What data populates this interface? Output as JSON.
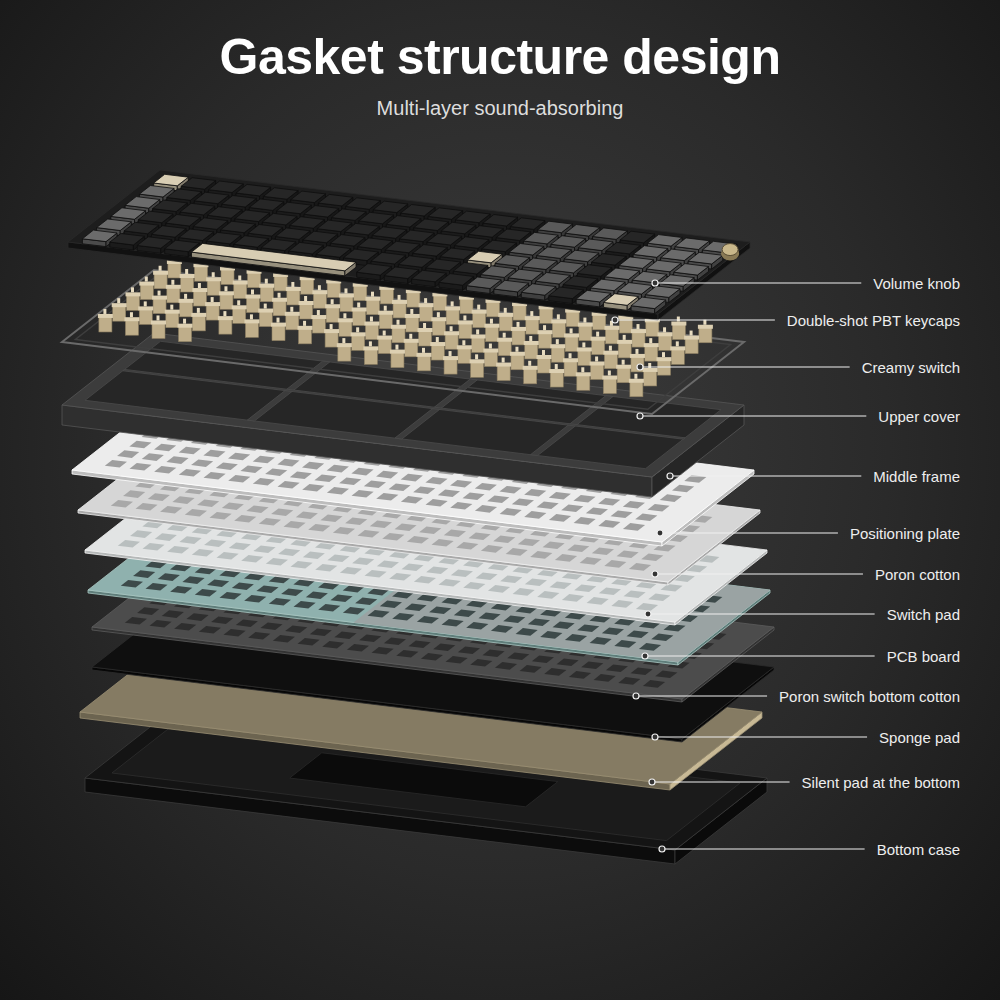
{
  "diagram": {
    "title": "Gasket structure design",
    "labels": [
      "Multi-layer sound-absorbing",
      "Volume knob",
      "Double-shot PBT keycaps",
      "Creamy switch",
      "Upper cover",
      "Middle frame",
      "Positioning plate",
      "Poron cotton",
      "Switch pad",
      "PCB board",
      "Poron switch bottom cotton",
      "Sponge pad",
      "Silent pad at the bottom",
      "Bottom case"
    ]
  }
}
